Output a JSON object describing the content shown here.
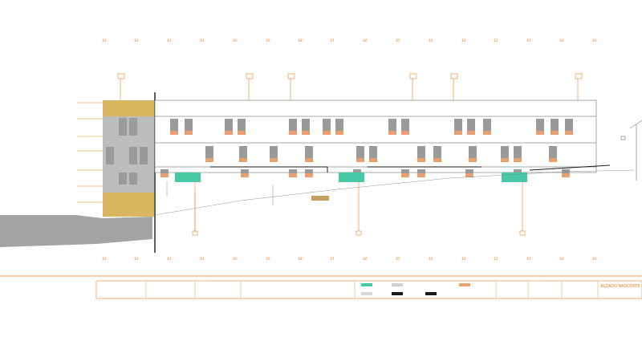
{
  "drawing": {
    "title": "ALZADO NASCENTE",
    "grid_labels_top": [
      "E4",
      "E3",
      "E2",
      "E1",
      "E0",
      "E9",
      "E8",
      "E7",
      "E6",
      "E5",
      "E4",
      "E3",
      "E2",
      "E1",
      "E0",
      "E9"
    ],
    "grid_labels_bottom": [
      "E4",
      "E3",
      "E2",
      "E1",
      "E0",
      "E9",
      "E8",
      "E7",
      "E6",
      "E5",
      "E4",
      "E3",
      "E2",
      "E1",
      "E0",
      "E9"
    ],
    "colors": {
      "accent": "#e8801c",
      "wall_ochre": "#d9b761",
      "wall_grey": "#bdbdbd",
      "window": "#9a9a9a",
      "glass_green": "#48c9a6",
      "ground": "#9e9e9e",
      "line": "#1a1a1a"
    }
  },
  "title_block": {
    "legend_items": [
      "",
      "",
      "",
      "",
      "",
      ""
    ]
  }
}
